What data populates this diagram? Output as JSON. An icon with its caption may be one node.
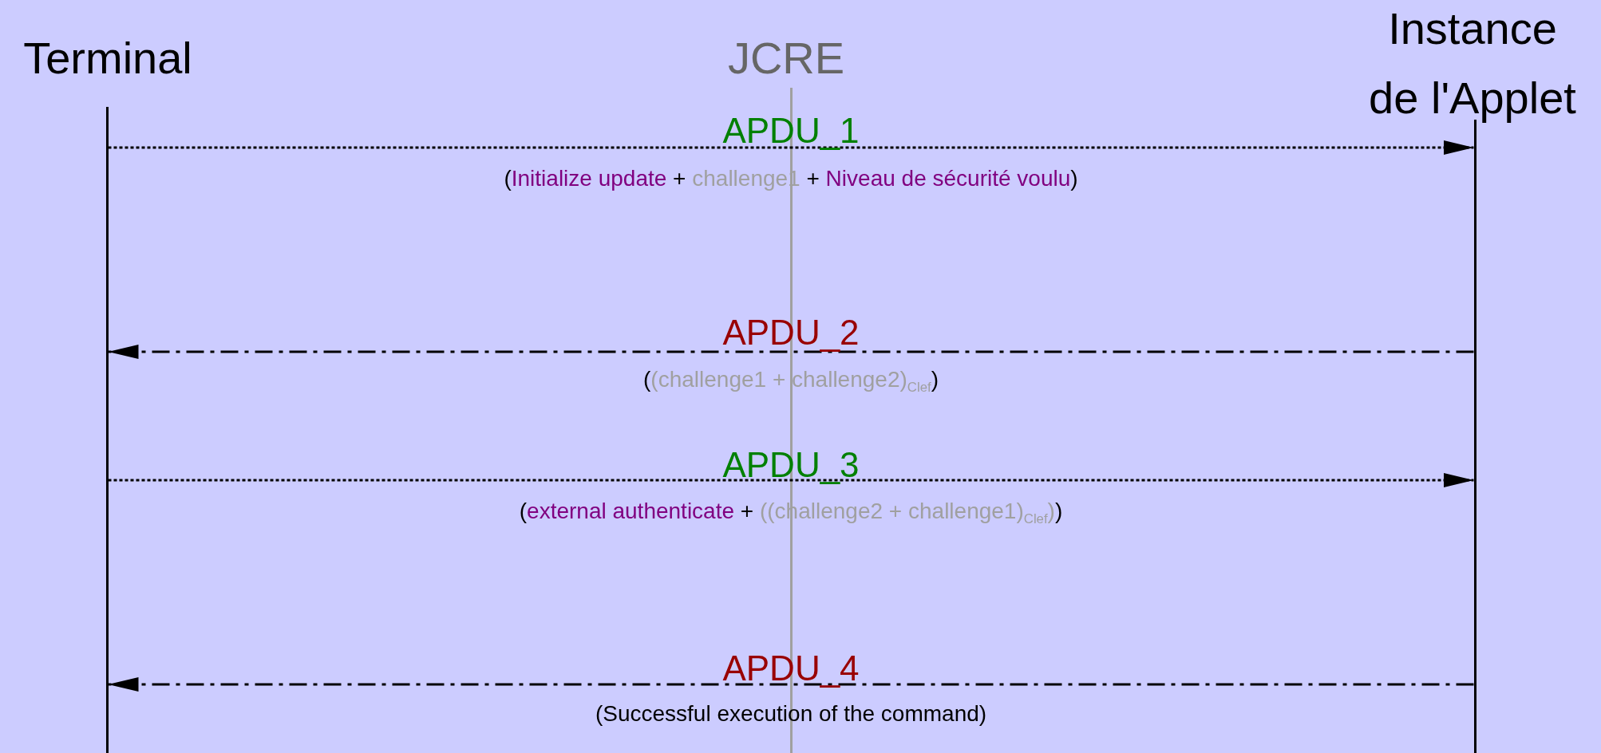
{
  "diagram": {
    "nodes": [
      {
        "text": [],
        "shape": "bar",
        "beside": [
          "Terminal"
        ]
      },
      {
        "text": [],
        "shape": "bar",
        "beside": [
          "JCRE"
        ]
      },
      {
        "text": [],
        "shape": "bar",
        "beside": [
          "Instance de l'Applet"
        ]
      }
    ],
    "edges": [
      {
        "from": 0,
        "to": 2,
        "arrow": "to",
        "label": "APDU_1"
      },
      {
        "from": 2,
        "to": 0,
        "arrow": "to",
        "label": "APDU_2",
        "style": "dashed"
      },
      {
        "from": 0,
        "to": 2,
        "arrow": "to",
        "label": "APDU_3"
      },
      {
        "from": 2,
        "to": 0,
        "arrow": "to",
        "label": "APDU_4",
        "style": "dashed"
      }
    ],
    "labels": [
      "(Initialize update + challenge1 + Niveau de sécurité voulu)",
      "((challenge1 + challenge2)$_{Clef}$)",
      "(external authenticate + ((challenge2 + challenge1)$_{Clef}$))",
      "(Successful execution of the command)"
    ]
  }
}
